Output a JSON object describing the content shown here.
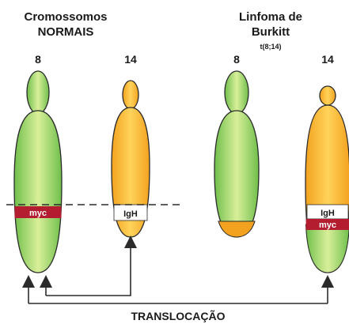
{
  "header_left": {
    "line1": "Cromossomos",
    "line2": "NORMAIS"
  },
  "header_right": {
    "line1": "Linfoma de",
    "line2": "Burkitt",
    "subtitle": "t(8;14)"
  },
  "chromosomes": {
    "normal_8": {
      "number": "8",
      "band": "myc"
    },
    "normal_14": {
      "number": "14",
      "band": "IgH"
    },
    "burkitt_8": {
      "number": "8"
    },
    "burkitt_14": {
      "number": "14",
      "band_top": "IgH",
      "band_bottom": "myc"
    }
  },
  "bottom_label": "TRANSLOCAÇÃO",
  "colors": {
    "green_light": "#d9ef9a",
    "green_dark": "#6fbf4b",
    "orange_light": "#ffd35a",
    "orange_dark": "#f3a21f",
    "red_band": "#b31d2f",
    "white_band": "#ffffff",
    "outline": "#2b2b2b"
  }
}
